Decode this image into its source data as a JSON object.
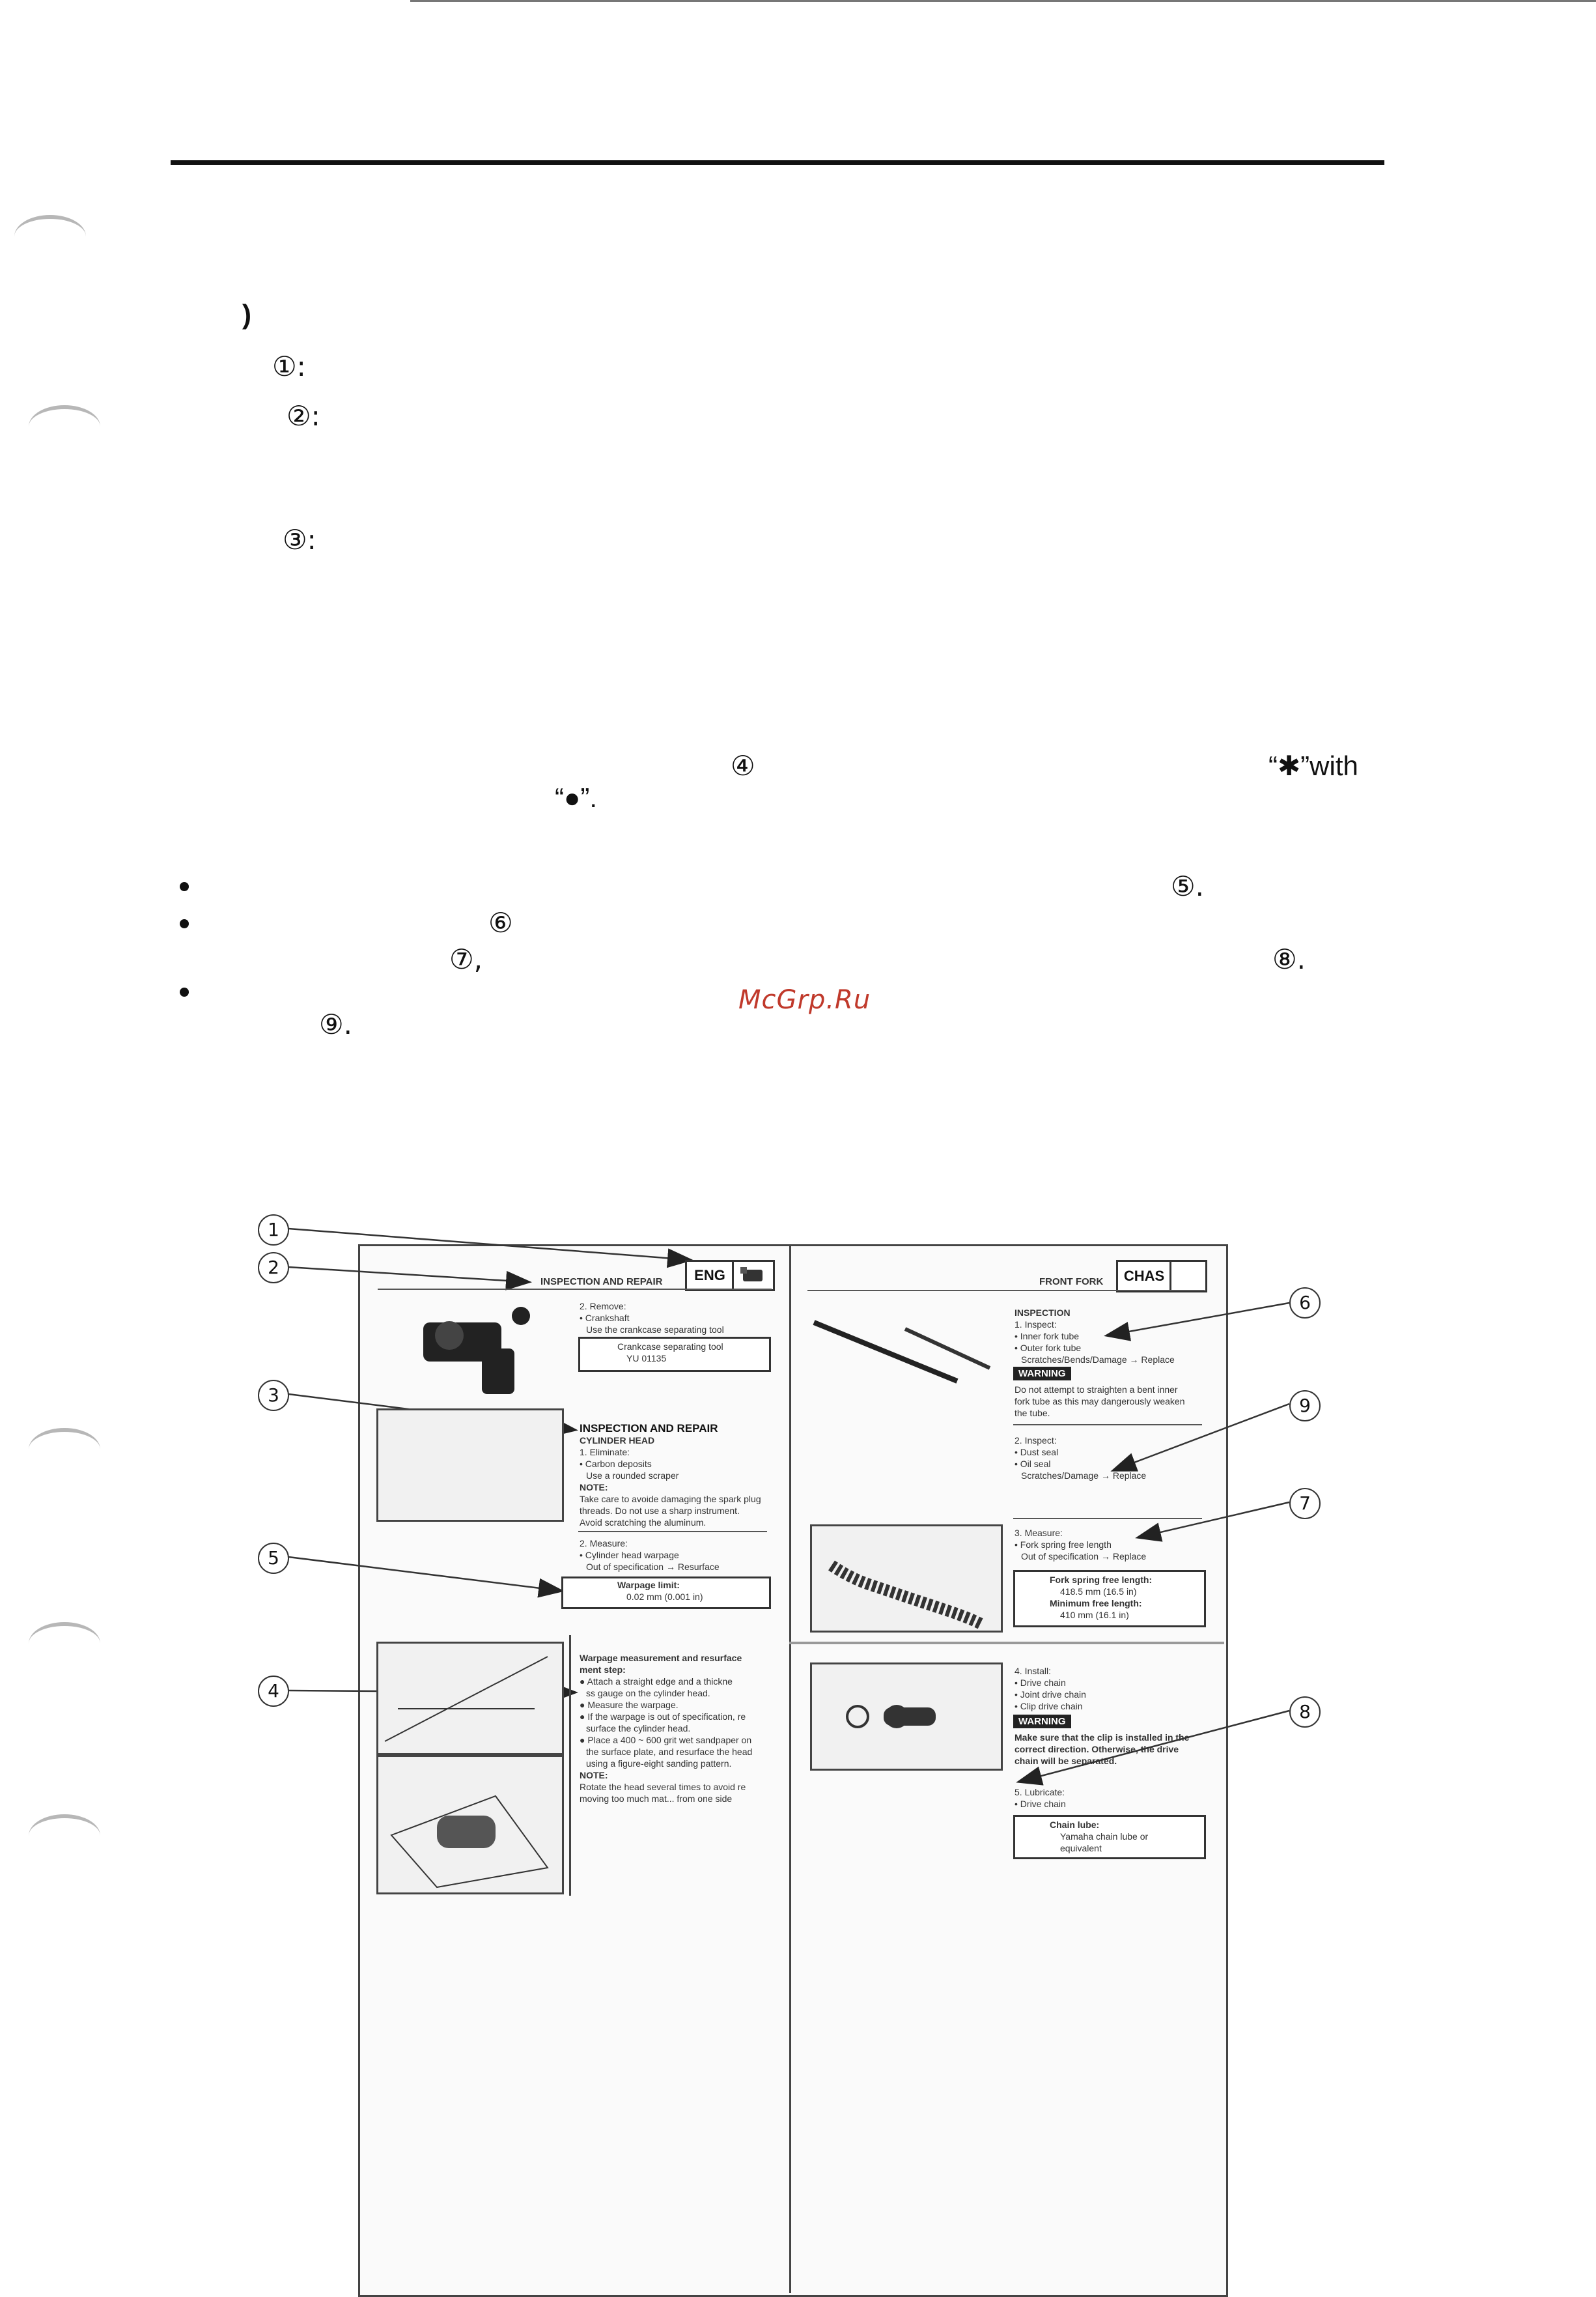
{
  "page": {
    "line_paren": ")",
    "item1_label": "①:",
    "item2_label": "②:",
    "item3_label": "③:",
    "mark4": "④",
    "star_with": "“✱”with",
    "dot_quote": "“●”.",
    "bullet1_end": "⑤.",
    "bullet2_mark": "⑥",
    "bullet2_line2_mark": "⑦,",
    "bullet2_line2_end": "⑧.",
    "bullet3_end": "⑨.",
    "watermark": "McGrp.Ru"
  },
  "sample": {
    "callouts": [
      "1",
      "2",
      "3",
      "4",
      "5",
      "6",
      "7",
      "8",
      "9"
    ],
    "left": {
      "header_badge": "ENG",
      "section_title": "INSPECTION AND REPAIR",
      "remove_step": "2. Remove:",
      "crankshaft": "• Crankshaft",
      "use_tool": "Use the crankcase separating tool",
      "tool_name": "Crankcase separating tool",
      "tool_part": "YU 01135",
      "inspection_title": "INSPECTION AND REPAIR",
      "cylinder_head": "CYLINDER HEAD",
      "eliminate": "1. Eliminate:",
      "carbon": "• Carbon deposits",
      "scraper": "Use a rounded scraper",
      "note": "NOTE:",
      "note_text1": "Take care to avoide damaging the spark plug",
      "note_text2": "threads. Do not use a sharp instrument.",
      "note_text3": "Avoid scratching the aluminum.",
      "measure": "2. Measure:",
      "warpage": "• Cylinder head warpage",
      "out_spec": "Out of specification → Resurface",
      "limit_label": "Warpage limit:",
      "limit_value": "0.02 mm (0.001 in)",
      "method_title1": "Warpage measurement and resurface",
      "method_title2": "ment step:",
      "method1": "● Attach a straight edge and a thickne",
      "method1b": "ss gauge on the cylinder head.",
      "method2": "● Measure the warpage.",
      "method3": "● If the warpage is out of specification, re",
      "method3b": "surface the cylinder head.",
      "method4": "● Place a 400 ~ 600 grit wet sandpaper on",
      "method4b": "the surface plate, and resurface the head",
      "method4c": "using a figure-eight sanding pattern.",
      "note2": "NOTE:",
      "note2_text1": "Rotate the head several times to avoid re",
      "note2_text2": "moving too much mat... from one side"
    },
    "right": {
      "header_title": "FRONT FORK",
      "header_badge": "CHAS",
      "inspection": "INSPECTION",
      "inspect": "1. Inspect:",
      "inner_tube": "• Inner fork tube",
      "outer_tube": "• Outer fork tube",
      "scratches": "Scratches/Bends/Damage → Replace",
      "warning": "WARNING",
      "warning_text1": "Do not attempt to straighten a bent inner",
      "warning_text2": "fork tube as this may dangerously weaken",
      "warning_text3": "the tube.",
      "inspect2": "2. Inspect:",
      "dust_seal": "• Dust seal",
      "oil_seal": "• Oil seal",
      "damage": "Scratches/Damage → Replace",
      "measure": "3. Measure:",
      "spring": "• Fork spring free length",
      "spring_out": "Out of specification → Replace",
      "spring_box1": "Fork spring free length:",
      "spring_box2": "418.5 mm (16.5 in)",
      "spring_box3": "Minimum free length:",
      "spring_box4": "410 mm (16.1 in)",
      "install": "4. Install:",
      "drive_chain": "• Drive chain",
      "joint": "• Joint drive chain",
      "clip": "• Clip drive chain",
      "warning2": "WARNING",
      "warning2_text1": "Make sure that the clip is installed in the",
      "warning2_text2": "correct direction. Otherwise, the drive",
      "warning2_text3": "chain will be separated.",
      "lubricate": "5. Lubricate:",
      "drive_chain2": "• Drive chain",
      "lube_box1": "Chain lube:",
      "lube_box2": "Yamaha chain lube or",
      "lube_box3": "equivalent"
    }
  }
}
